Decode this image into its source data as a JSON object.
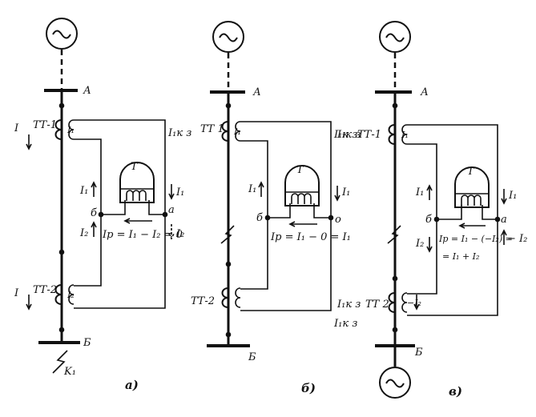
{
  "panels": [
    {
      "caption": "а)",
      "bus_top": "А",
      "bus_bottom": "Б",
      "ct1": "ТТ-1",
      "ct2": "ТТ-2",
      "relay": "Т",
      "node_left": "б",
      "node_right": "а",
      "i_primary1": "I",
      "i_primary2": "I",
      "i_sec1": "I₁",
      "i_sec2": "I₂",
      "i_left1": "I₁",
      "i_left2": "I₂",
      "i_right1": "I₁",
      "i_right2": "I₂",
      "i_top_right": "I₁к з",
      "eq1": "Iр = I₁ − I₂ = 0",
      "fault": "K₁"
    },
    {
      "caption": "б)",
      "bus_top": "А",
      "bus_bottom": "Б",
      "ct1": "ТТ 1",
      "ct2": "ТТ-2",
      "relay": "Т",
      "node_left": "б",
      "node_right": "о",
      "i_sec1": "I₁",
      "i_left1": "I₁",
      "i_right1": "I₁",
      "i_top_right": "I₁к з",
      "i_bottom_right": "I₁к з",
      "eq1": "Iр = I₁ − 0 = I₁"
    },
    {
      "caption": "в)",
      "bus_top": "А",
      "bus_bottom": "Б",
      "ct1": "ТТ-1",
      "ct2": "ТТ 2",
      "relay": "Т",
      "node_left": "б",
      "node_right": "а",
      "i_sec1": "I₁",
      "i_sec2": "−I₂",
      "i_left1": "I₁",
      "i_left2": "I₂",
      "i_right1": "I₁",
      "i_right2": "− I₂",
      "i_top_right": "I₁к з",
      "i_bottom_right": "I₁к з",
      "eq1": "Iр = I₁ − (−I₂) =",
      "eq2": "= I₁ + I₂"
    }
  ]
}
